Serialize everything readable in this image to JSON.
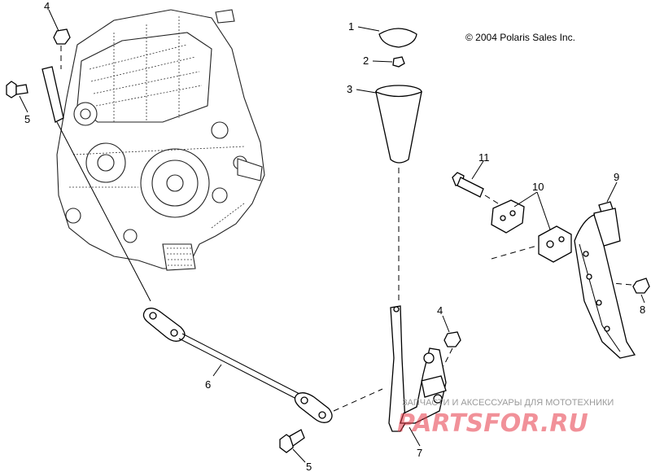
{
  "copyright": "© 2004 Polaris Sales Inc.",
  "watermark": {
    "line1": "ЗАПЧАСТИ И АКСЕССУАРЫ ДЛЯ МОТОТЕХНИКИ",
    "line2": "PARTSFOR.RU"
  },
  "callouts": {
    "c1": "1",
    "c2": "2",
    "c3": "3",
    "c4a": "4",
    "c4b": "4",
    "c5a": "5",
    "c5b": "5",
    "c6": "6",
    "c7": "7",
    "c8": "8",
    "c9": "9",
    "c10": "10",
    "c11": "11"
  }
}
